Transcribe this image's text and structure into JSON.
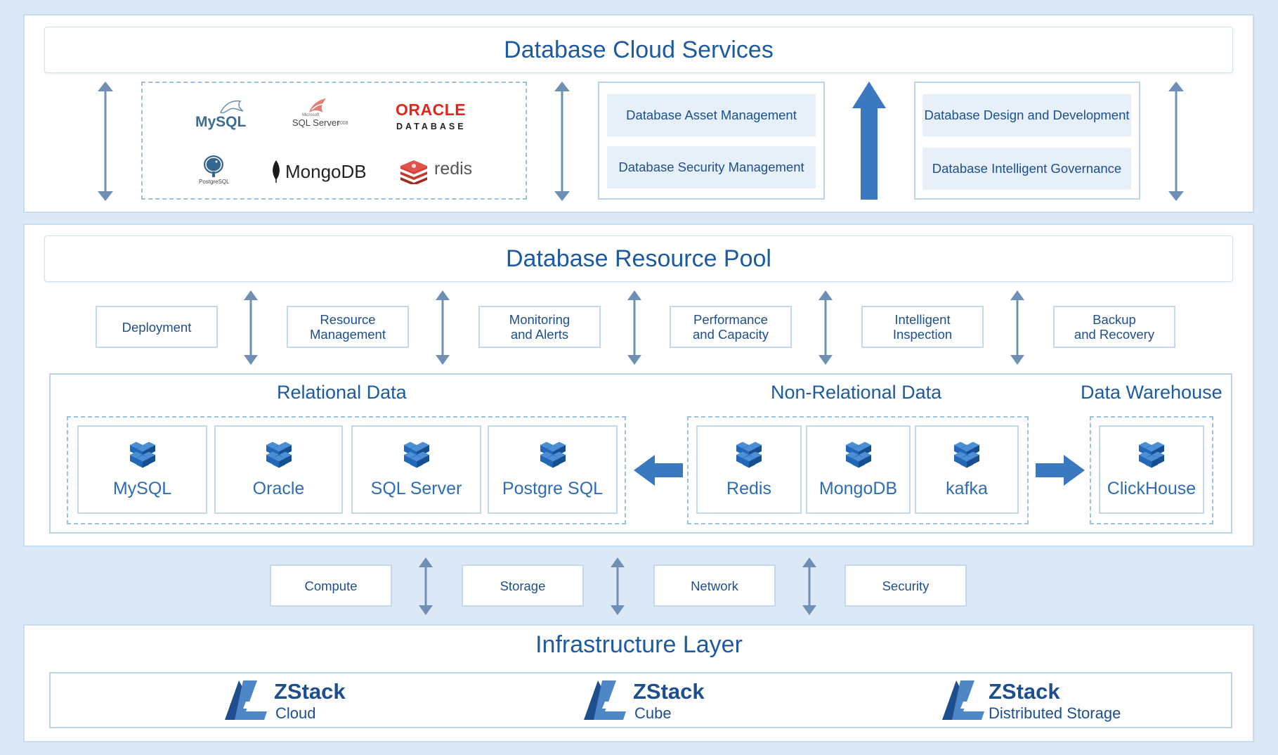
{
  "cloud_services": {
    "title": "Database Cloud Services",
    "engine_logos": {
      "mysql": "MySQL",
      "sqlserver": "SQL Server",
      "sqlserver_version": "2008",
      "sqlserver_maker": "Microsoft",
      "oracle_top": "ORACLE",
      "oracle_bottom": "DATABASE",
      "postgresql": "PostgreSQL",
      "mongodb": "MongoDB",
      "redis": "redis"
    },
    "management": [
      "Database Asset Management",
      "Database Security Management"
    ],
    "design": [
      "Database Design and Development",
      "Database Intelligent Governance"
    ]
  },
  "resource_pool": {
    "title": "Database Resource Pool",
    "operations": [
      "Deployment",
      "Resource\nManagement",
      "Monitoring\nand Alerts",
      "Performance\nand Capacity",
      "Intelligent\nInspection",
      "Backup\nand Recovery"
    ],
    "relational": {
      "label": "Relational Data",
      "items": [
        "MySQL",
        "Oracle",
        "SQL Server",
        "Postgre SQL"
      ]
    },
    "non_relational": {
      "label": "Non-Relational Data",
      "items": [
        "Redis",
        "MongoDB",
        "kafka"
      ]
    },
    "warehouse": {
      "label": "Data Warehouse",
      "items": [
        "ClickHouse"
      ]
    }
  },
  "resources": [
    "Compute",
    "Storage",
    "Network",
    "Security"
  ],
  "infrastructure": {
    "title": "Infrastructure Layer",
    "products": [
      {
        "brand": "ZStack",
        "name": "Cloud"
      },
      {
        "brand": "ZStack",
        "name": "Cube"
      },
      {
        "brand": "ZStack",
        "name": "Distributed Storage"
      }
    ]
  },
  "colors": {
    "primary": "#1d5aa0",
    "arrow_blue": "#3a78c0",
    "cube_blue": "#2168b8",
    "oracle_red": "#e3261d",
    "redis_red": "#c9362a",
    "panel_border": "#c8dcef"
  }
}
